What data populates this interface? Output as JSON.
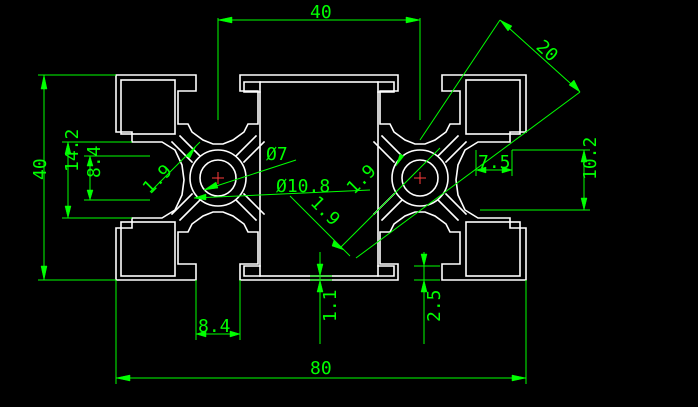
{
  "drawing": {
    "background_color": "#000000",
    "profile_color": "#ffffff",
    "dimension_color": "#00ff00",
    "centerline_color": "#ff3b3b",
    "dimensions": {
      "top_width": "40",
      "diagonal_20": "20",
      "left_height": "40",
      "left_14_2": "14.2",
      "left_8_4": "8.4",
      "left_1_9": "1.9",
      "center_diameter_7": "Ø7",
      "center_diameter_10_8": "Ø10.8",
      "center_1_9": "1.9",
      "right_center_1_9": "1.9",
      "right_7_5": "7.5",
      "right_10_2": "10.2",
      "bottom_8_4": "8.4",
      "bottom_1_1": "1.1",
      "bottom_2_5": "2.5",
      "bottom_width_80": "80"
    }
  }
}
